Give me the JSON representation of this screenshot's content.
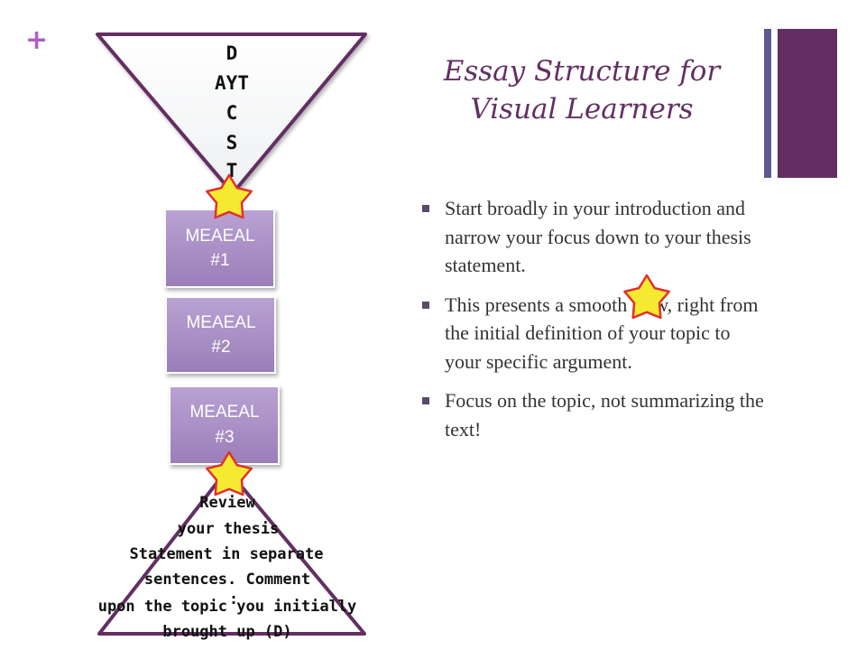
{
  "slide": {
    "plus_symbol": "+",
    "title_line1": "Essay Structure for",
    "title_line2": "Visual Learners",
    "bullets": [
      "Start broadly in your introduction and narrow your focus down to your thesis statement.",
      "This presents a smooth flow, right from the initial definition of your topic to your specific argument.",
      "Focus on the topic, not summarizing the text!"
    ]
  },
  "diagram": {
    "top_triangle_lines": [
      "D",
      "AYT",
      "C",
      "S",
      "T"
    ],
    "boxes": [
      {
        "line1": "MEAEAL",
        "line2": "#1"
      },
      {
        "line1": "MEAEAL",
        "line2": "#2"
      },
      {
        "line1": "MEAEAL",
        "line2": "#3"
      }
    ],
    "bottom_triangle_lines": [
      "Review",
      "your thesis",
      "Statement in separate",
      "sentences. Comment",
      "upon the topic you initially",
      "brought up (D)"
    ],
    "stray_mark": ":"
  },
  "colors": {
    "accent_purple": "#632f63",
    "slate_bar": "#5e5a8e",
    "box_fill": "#a58ac2",
    "star_fill": "#f6ea30",
    "star_outline": "#e0302f"
  }
}
